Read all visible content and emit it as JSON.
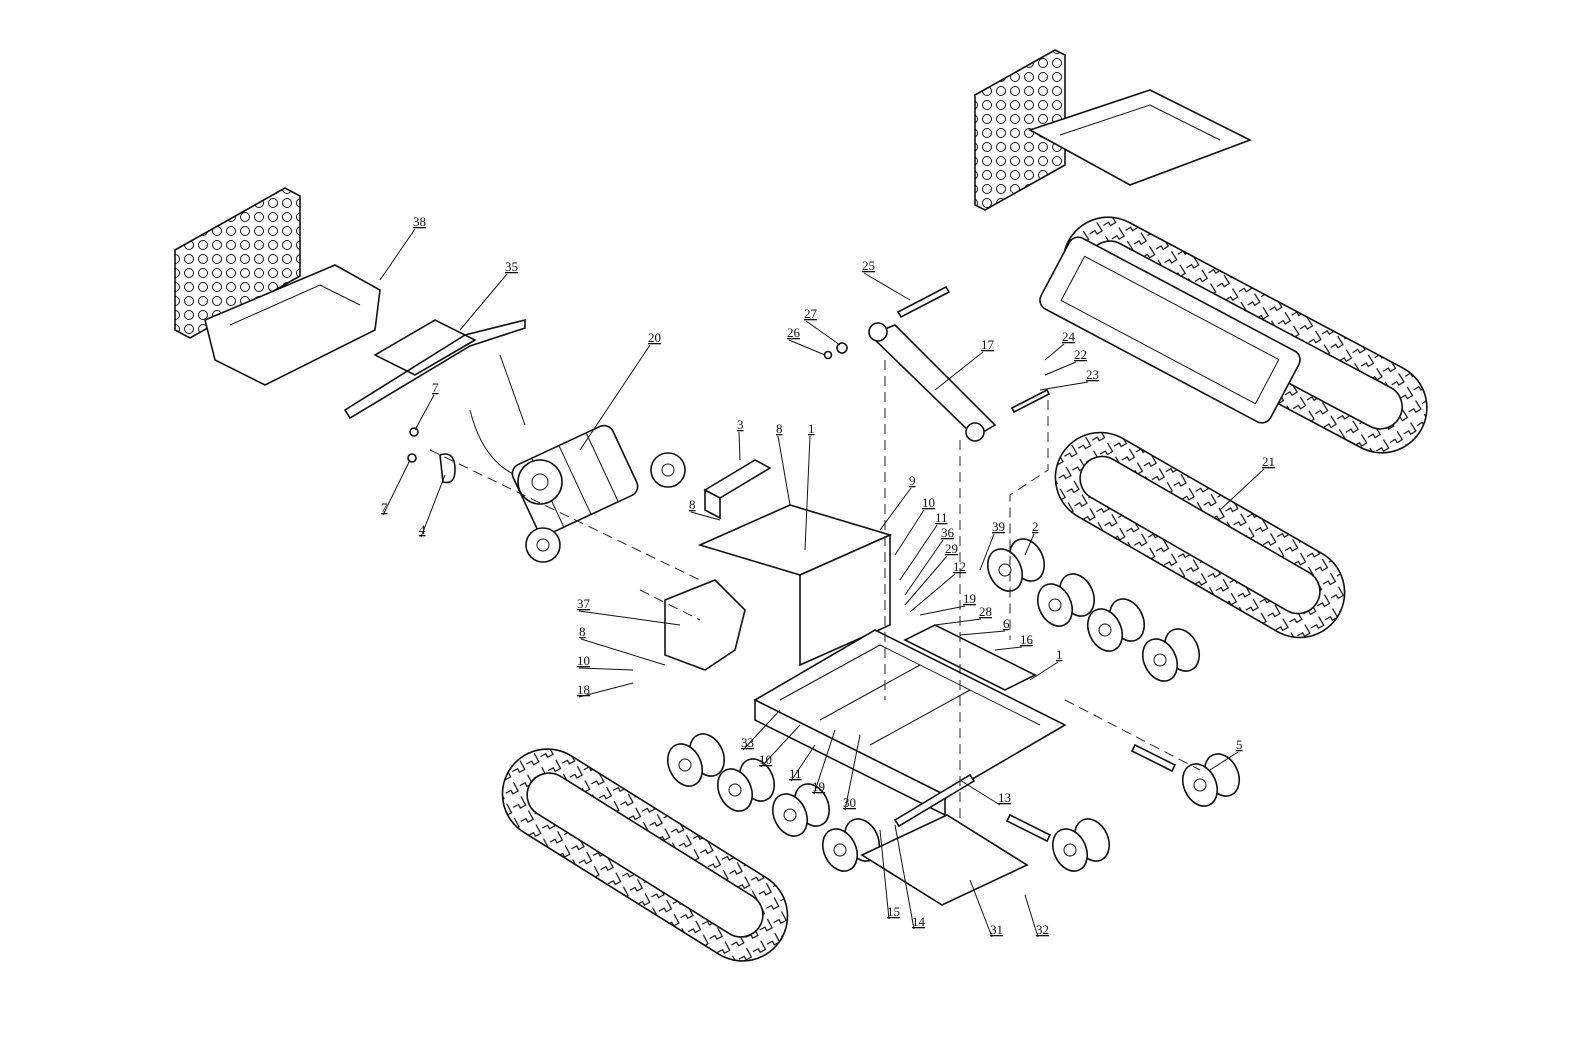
{
  "diagram": {
    "type": "exploded parts diagram",
    "callouts": [
      "38",
      "35",
      "20",
      "7",
      "7",
      "4",
      "3",
      "8",
      "1",
      "8",
      "25",
      "27",
      "26",
      "17",
      "24",
      "22",
      "23",
      "21",
      "9",
      "10",
      "11",
      "36",
      "29",
      "12",
      "39",
      "2",
      "19",
      "28",
      "6",
      "16",
      "1",
      "37",
      "8",
      "10",
      "18",
      "33",
      "10",
      "11",
      "19",
      "30",
      "13",
      "5",
      "15",
      "14",
      "31",
      "32"
    ]
  }
}
